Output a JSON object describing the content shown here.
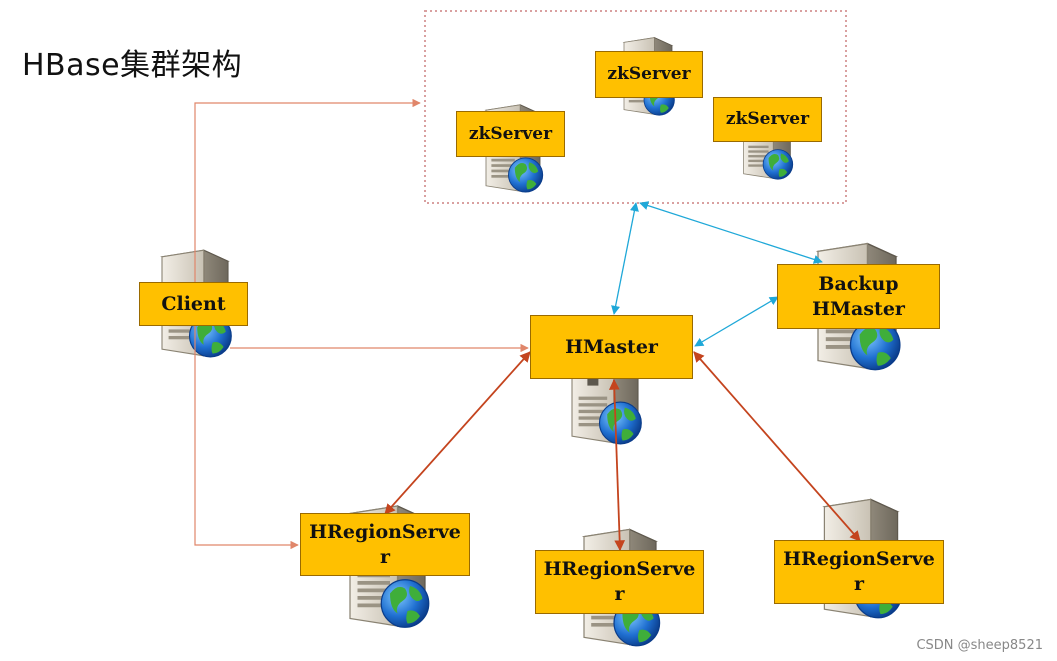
{
  "title": "HBase集群架构",
  "watermark": "CSDN @sheep8521",
  "nodes": {
    "zk1": "zkServer",
    "zk2": "zkServer",
    "zk3": "zkServer",
    "client": "Client",
    "hmaster": "HMaster",
    "backup": "Backup HMaster",
    "rs1": "HRegionServer",
    "rs2": "HRegionServer",
    "rs3": "HRegionServer"
  },
  "colors": {
    "label_fill": "#ffc000",
    "client_arrows": "#e0866a",
    "zk_arrows": "#1fa8d8",
    "region_arrows": "#c4441e",
    "zk_group_border": "#d9a0a0"
  },
  "edges": [
    {
      "from": "client",
      "to": "zookeeper-group",
      "style": "client"
    },
    {
      "from": "client",
      "to": "hmaster",
      "style": "client"
    },
    {
      "from": "client",
      "to": "rs1",
      "style": "client"
    },
    {
      "from": "hmaster",
      "to": "zookeeper-group",
      "style": "zk",
      "bidirectional": true
    },
    {
      "from": "backup",
      "to": "zookeeper-group",
      "style": "zk",
      "bidirectional": true
    },
    {
      "from": "hmaster",
      "to": "backup",
      "style": "zk",
      "bidirectional": true
    },
    {
      "from": "hmaster",
      "to": "rs1",
      "style": "region",
      "bidirectional": true
    },
    {
      "from": "hmaster",
      "to": "rs2",
      "style": "region",
      "bidirectional": true
    },
    {
      "from": "hmaster",
      "to": "rs3",
      "style": "region",
      "bidirectional": true
    }
  ]
}
